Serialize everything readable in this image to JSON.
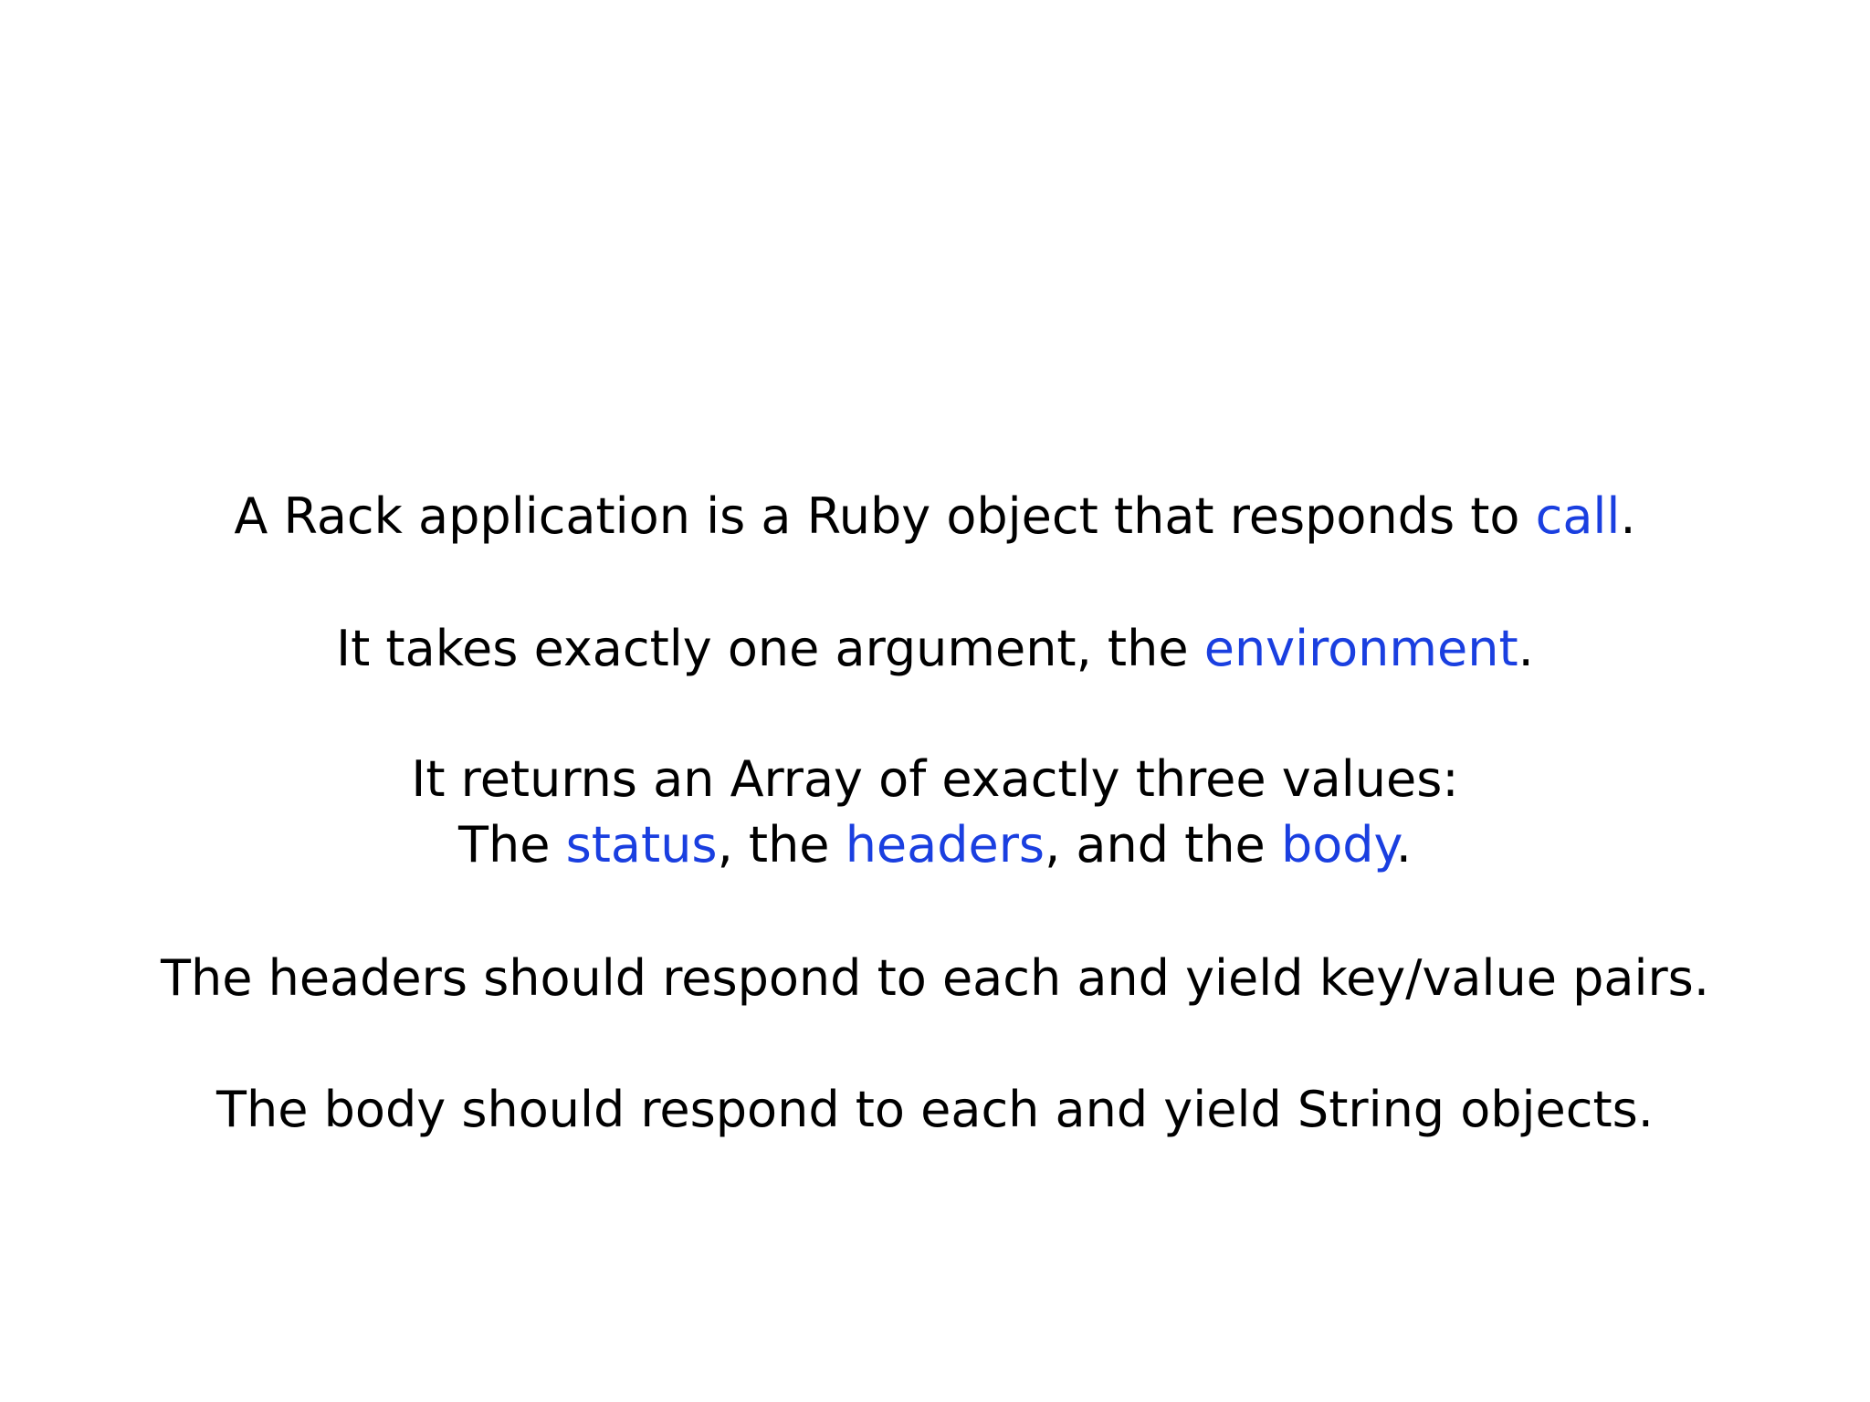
{
  "slide": {
    "highlight_color": "#1a3fe0",
    "text_color": "#000000",
    "line1": {
      "before": "A Rack application is a Ruby object that responds to ",
      "term": "call",
      "after": "."
    },
    "line2": {
      "before": "It takes exactly one argument, the ",
      "term": "environment",
      "after": "."
    },
    "line3": {
      "text": "It returns an Array of exactly three values:"
    },
    "line4": {
      "part1": "The ",
      "term1": "status",
      "part2": ", the ",
      "term2": "headers",
      "part3": ", and the ",
      "term3": "body",
      "part4": "."
    },
    "line5": {
      "text": "The headers should respond to each and yield key/value pairs."
    },
    "line6": {
      "text": "The body should respond to each and yield String objects."
    }
  }
}
